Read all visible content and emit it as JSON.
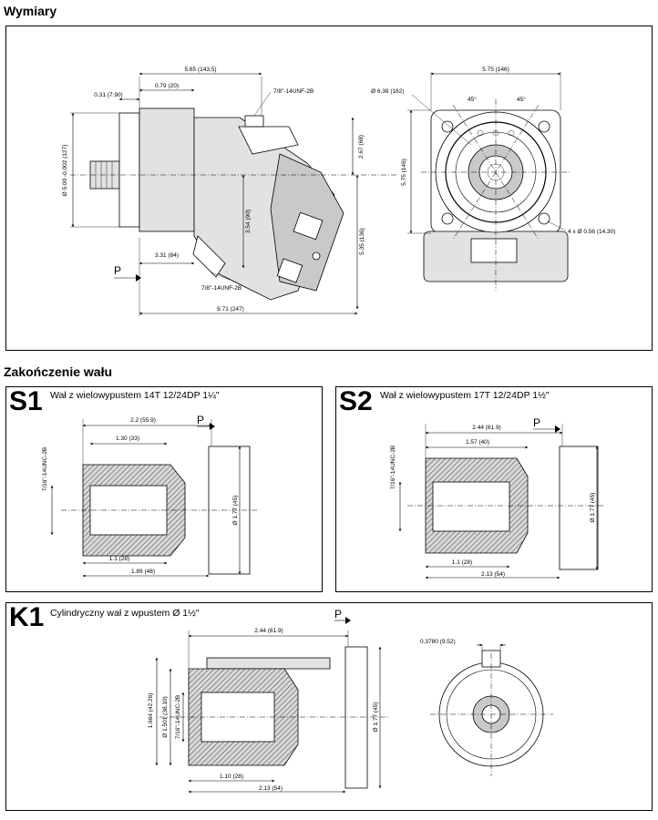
{
  "sections": {
    "dimensions_heading": "Wymiary",
    "shaft_heading": "Zakończenie wału"
  },
  "motor": {
    "d_565": "5.65 (143,5)",
    "d_079": "0.79 (20)",
    "d_031": "0.31 (7.90)",
    "port_top": "7/8\"-14UNF-2B",
    "d_shaft_dia": "Ø 5.00 -0.002 (127)",
    "d_267": "2.67 (68)",
    "d_354": "3.54 (90)",
    "d_535": "5.35 (136)",
    "d_331": "3.31 (84)",
    "port_bottom": "7/8\"-14UNF-2B",
    "d_971": "9.71 (247)",
    "p_label": "P",
    "d_575_h": "5.75 (146)",
    "d_pcd": "Ø 6.38 (162)",
    "angle_a": "45°",
    "angle_b": "45°",
    "d_575_v": "5.75 (146)",
    "d_holes": "4 x Ø 0.56 (14.30)"
  },
  "s1": {
    "code": "S1",
    "title": "Wał z wielowypustem 14T 12/24DP 1¼\"",
    "d_22": "2.2 (55.9)",
    "d_130": "1.30 (33)",
    "thread": "7/16\"-14UNC-2B",
    "d_177": "Ø 1.77 (45)",
    "d_11": "1.1 (28)",
    "d_189": "1.89 (48)",
    "p_label": "P"
  },
  "s2": {
    "code": "S2",
    "title": "Wał z wielowypustem 17T 12/24DP 1½\"",
    "d_244": "2.44 (61.9)",
    "d_157": "1.57 (40)",
    "thread": "7/16\"-14UNC-2B",
    "d_177": "Ø 1.77 (45)",
    "d_11": "1.1 (28)",
    "d_213": "2.13 (54)",
    "p_label": "P"
  },
  "k1": {
    "code": "K1",
    "title": "Cylindryczny wał z wpustem Ø 1½\"",
    "d_244": "2.44 (61.9)",
    "d_key": "0.3780 (9.52)",
    "d_1664": "1.664 (42.26)",
    "d_1501": "Ø 1.501 (38.10)",
    "thread": "7/16\"-14UNC-2B",
    "d_177": "Ø 1.77 (45)",
    "d_110": "1.10 (28)",
    "d_213": "2.13 (54)",
    "p_label": "P"
  }
}
